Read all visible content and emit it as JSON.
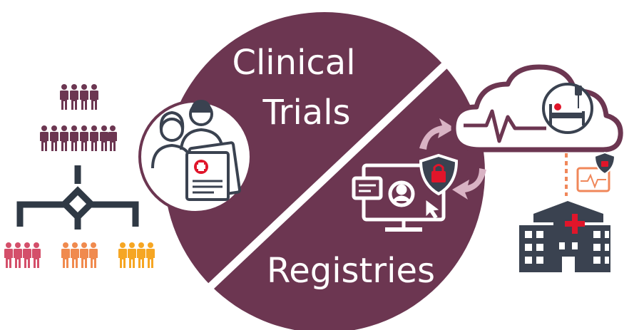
{
  "diagram": {
    "title_top_line1": "Clinical",
    "title_top_line2": "Trials",
    "title_bottom": "Registries"
  },
  "colors": {
    "circle": "#6c3651",
    "people_dark": "#6c3651",
    "people_red": "#d44f6a",
    "people_orange": "#f08a4e",
    "people_yellow": "#f6a623",
    "icon_dark": "#3a4250",
    "alert_red": "#e0152a",
    "arrow_pink": "#d9b3c4",
    "monitor_orange": "#f0875a"
  },
  "icons": [
    "people-group-icon",
    "org-tree-icon",
    "doctors-with-document-icon",
    "computer-patient-icon",
    "security-shield-icon",
    "sync-arrows-icon",
    "cloud-vitals-icon",
    "hospital-bed-icon",
    "vitals-monitor-icon",
    "hospital-building-icon"
  ]
}
